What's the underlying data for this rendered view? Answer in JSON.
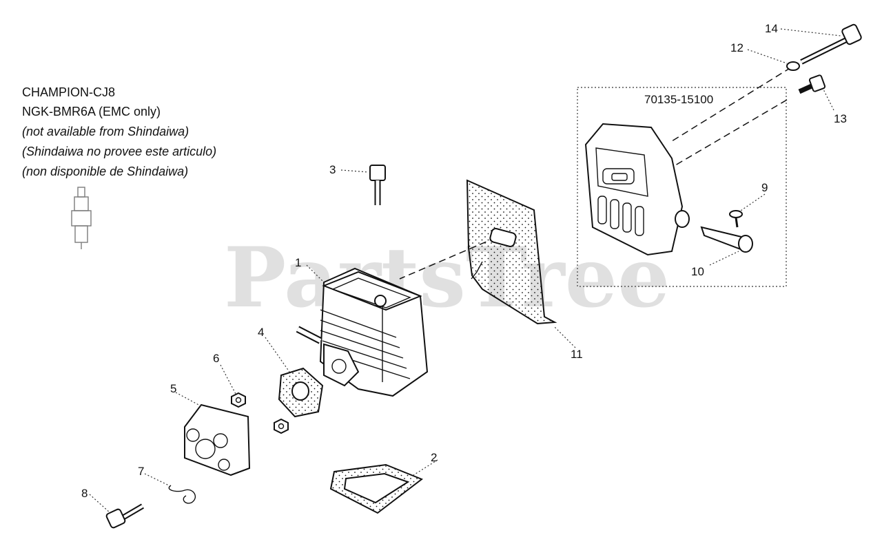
{
  "notes": {
    "line1": "CHAMPION-CJ8",
    "line2": "NGK-BMR6A (EMC only)",
    "line3": "(not available from Shindaiwa)",
    "line4": "(Shindaiwa no provee este articulo)",
    "line5": "(non disponible de Shindaiwa)"
  },
  "assembly_number": "70135-15100",
  "watermark": "PartsTree",
  "callouts": {
    "c1": "1",
    "c2": "2",
    "c3": "3",
    "c4": "4",
    "c5": "5",
    "c6": "6",
    "c7": "7",
    "c8": "8",
    "c9": "9",
    "c10": "10",
    "c11": "11",
    "c12": "12",
    "c13": "13",
    "c14": "14"
  }
}
